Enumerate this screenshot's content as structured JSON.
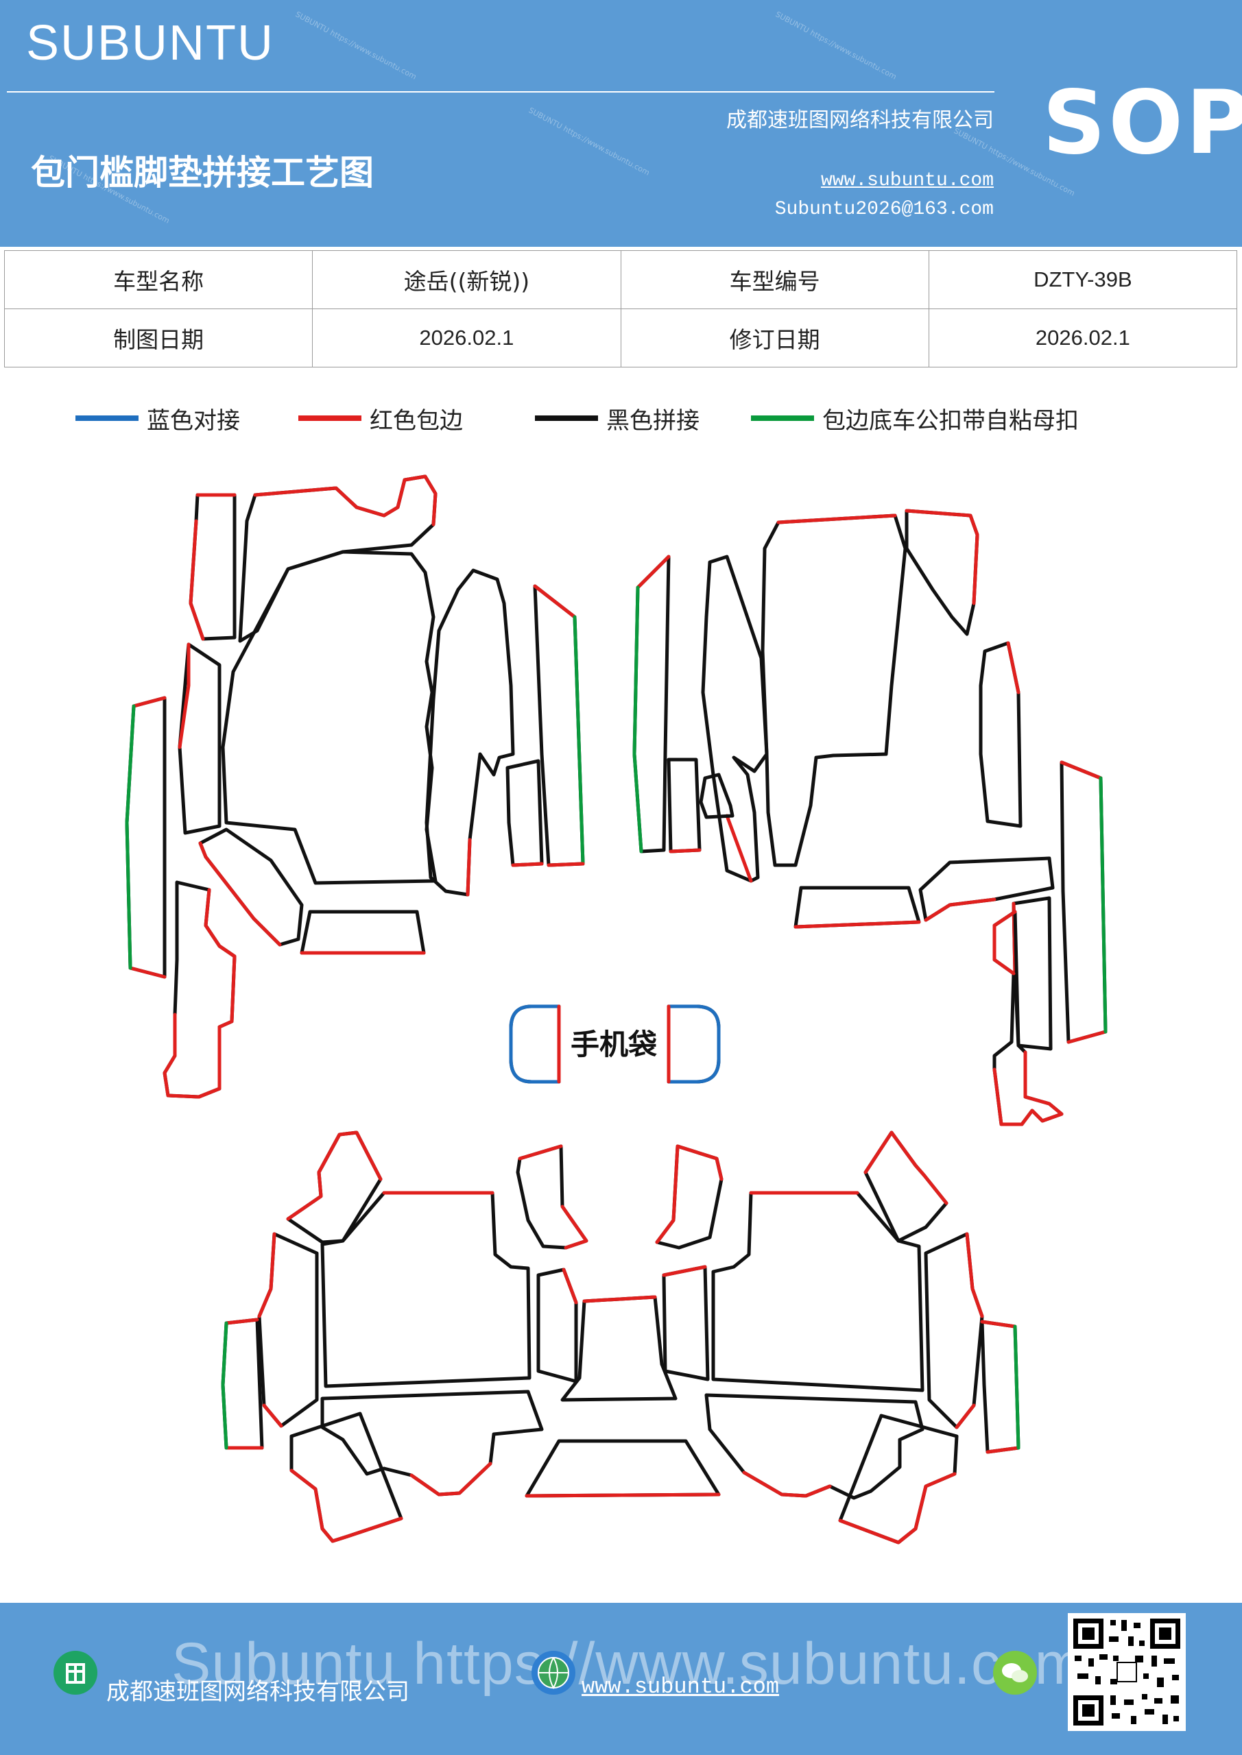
{
  "header": {
    "brand": "SUBUNTU",
    "title": "包门槛脚垫拼接工艺图",
    "company": "成都速班图网络科技有限公司",
    "website": "www.subuntu.com",
    "email": "Subuntu2026@163.com",
    "badge": "SOP"
  },
  "info_table": {
    "rows": [
      {
        "label1": "车型名称",
        "value1": "途岳((新锐))",
        "label2": "车型编号",
        "value2": "DZTY-39B"
      },
      {
        "label1": "制图日期",
        "value1": "2026.02.1",
        "label2": "修订日期",
        "value2": "2026.02.1"
      }
    ]
  },
  "legend": [
    {
      "label": "蓝色对接",
      "color": "#1f6fbf"
    },
    {
      "label": "红色包边",
      "color": "#e0201e"
    },
    {
      "label": "黑色拼接",
      "color": "#111111"
    },
    {
      "label": "包边底车公扣带自粘母扣",
      "color": "#0a9a3c"
    }
  ],
  "diagram": {
    "center_label": "手机袋"
  },
  "footer": {
    "company": "成都速班图网络科技有限公司",
    "website": "www.subuntu.com",
    "watermark": "Subuntu https://www.subuntu.com",
    "icons": [
      "building-icon",
      "globe-icon",
      "wechat-icon"
    ]
  },
  "colors": {
    "header_bg": "#5b9bd5",
    "border_black": "#111111",
    "edge_red": "#e0201e",
    "edge_blue": "#1f6fbf",
    "edge_green": "#0a9a3c"
  }
}
